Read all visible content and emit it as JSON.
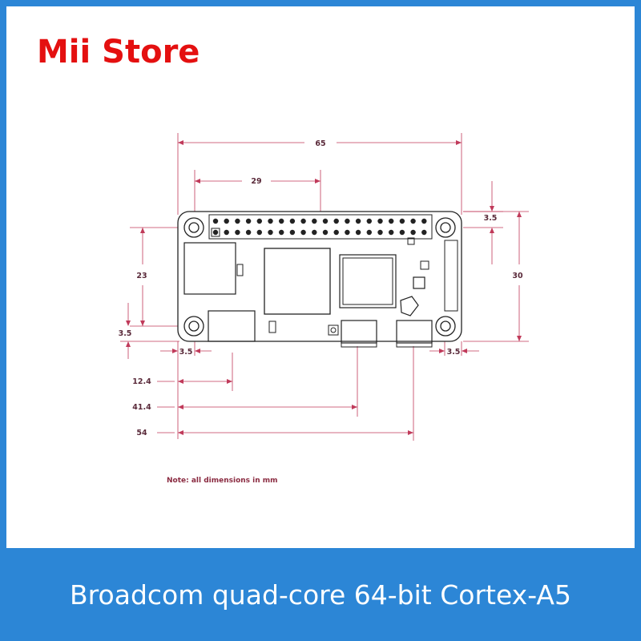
{
  "brand": {
    "name": "Mii Store",
    "color": "#e41010"
  },
  "caption": "Broadcom quad-core 64-bit Cortex-A5",
  "diagram": {
    "dimensions": {
      "width_total": "65",
      "header_offset": "29",
      "height_total": "30",
      "top_hole_offset": "3.5",
      "hole_height": "23",
      "left_hole_offset": "3.5",
      "bottom_hole_offset": "3.5",
      "right_hole_offset": "3.5",
      "mini_hdmi": "12.4",
      "usb_data": "41.4",
      "usb_power": "54"
    },
    "note": "Note: all dimensions in mm",
    "colors": {
      "dimension_line": "#c03a5a",
      "board_outline": "#222222"
    }
  }
}
